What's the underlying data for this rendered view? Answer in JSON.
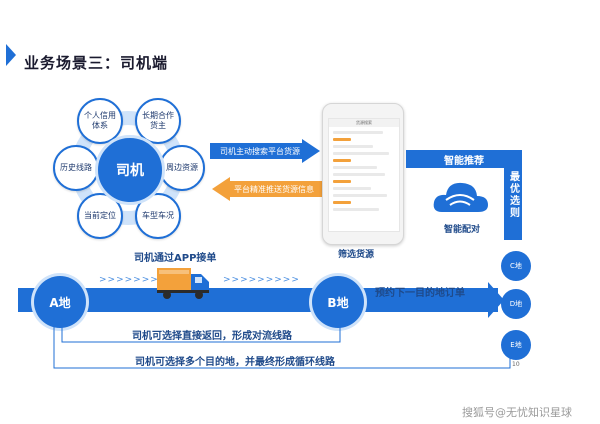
{
  "title": "业务场景三：司机端",
  "center": "司机",
  "petals": [
    "个人信用体系",
    "长期合作货主",
    "周边资源",
    "车型车况",
    "当前定位",
    "历史线路"
  ],
  "arrows": {
    "to_platform": "司机主动搜索平台货源",
    "from_platform": "平台精准推送货源信息"
  },
  "phone": {
    "header": "货源搜索",
    "caption": "筛选货源"
  },
  "smart": {
    "recommend": "智能推荐",
    "match": "智能配对",
    "optimal": "最优选则"
  },
  "route": {
    "app_label": "司机通过APP接单",
    "dashes_left": ">>>>>>>>>",
    "dashes_right": ">>>>>>>>>",
    "node_a": "A地",
    "node_b": "B地",
    "next_order": "预约下一目的地订单",
    "direct_return": "司机可选择直接返回，形成对流线路",
    "loop": "司机可选择多个目的地，并最终形成循环线路",
    "dest_c": "C地",
    "dest_d": "D地",
    "dest_e": "E地",
    "page_num": "10"
  },
  "watermark": "搜狐号@无忧知识星球",
  "colors": {
    "primary": "#1f6fd6",
    "accent": "#f3a13b",
    "text": "#1f4a8a"
  }
}
